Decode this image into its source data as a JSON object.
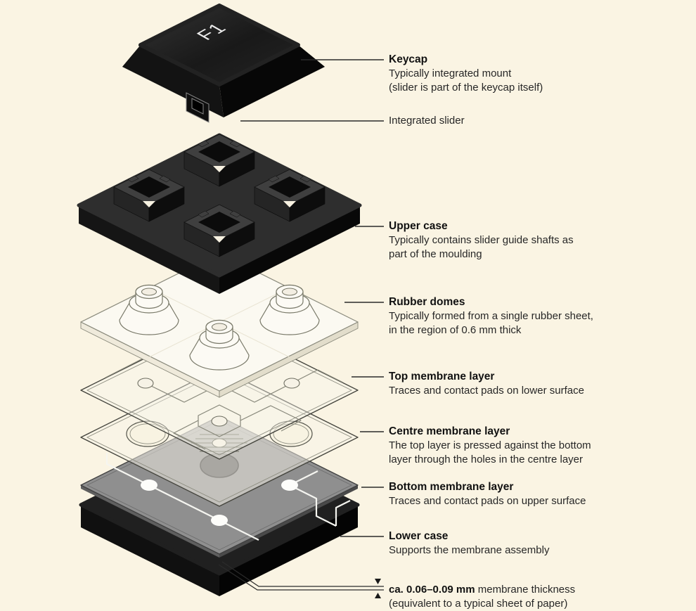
{
  "diagram": {
    "keycap_legend": "F1"
  },
  "callouts": [
    {
      "title": "Keycap",
      "lines": [
        "Typically integrated mount",
        "(slider is part of the keycap itself)"
      ]
    },
    {
      "lines": [
        "Integrated slider"
      ]
    },
    {
      "title": "Upper case",
      "lines": [
        "Typically contains slider guide shafts as",
        "part of the moulding"
      ]
    },
    {
      "title": "Rubber domes",
      "lines": [
        "Typically formed from a single rubber sheet,",
        "in the region of 0.6 mm thick"
      ]
    },
    {
      "title": "Top membrane layer",
      "lines": [
        "Traces and contact pads on lower surface"
      ]
    },
    {
      "title": "Centre membrane layer",
      "lines": [
        "The top layer is pressed against the bottom",
        "layer through the holes in the centre layer"
      ]
    },
    {
      "title": "Bottom membrane layer",
      "lines": [
        "Traces and contact pads on upper surface"
      ]
    },
    {
      "title": "Lower case",
      "lines": [
        "Supports the membrane assembly"
      ]
    }
  ],
  "thickness_note": {
    "value": "ca. 0.06–0.09 mm",
    "text": " membrane thickness",
    "line2": "(equivalent to a typical sheet of paper)"
  },
  "colors": {
    "background": "#faf4e3",
    "keycap": "#1a1a1a",
    "upper_case": "#2e2e2e",
    "rubber_sheet": "#fbf9f1",
    "bottom_membrane": "#8f8f8f",
    "lower_case": "#202020",
    "leader_line": "#2b2b2b",
    "text": "#1d1d1d"
  }
}
